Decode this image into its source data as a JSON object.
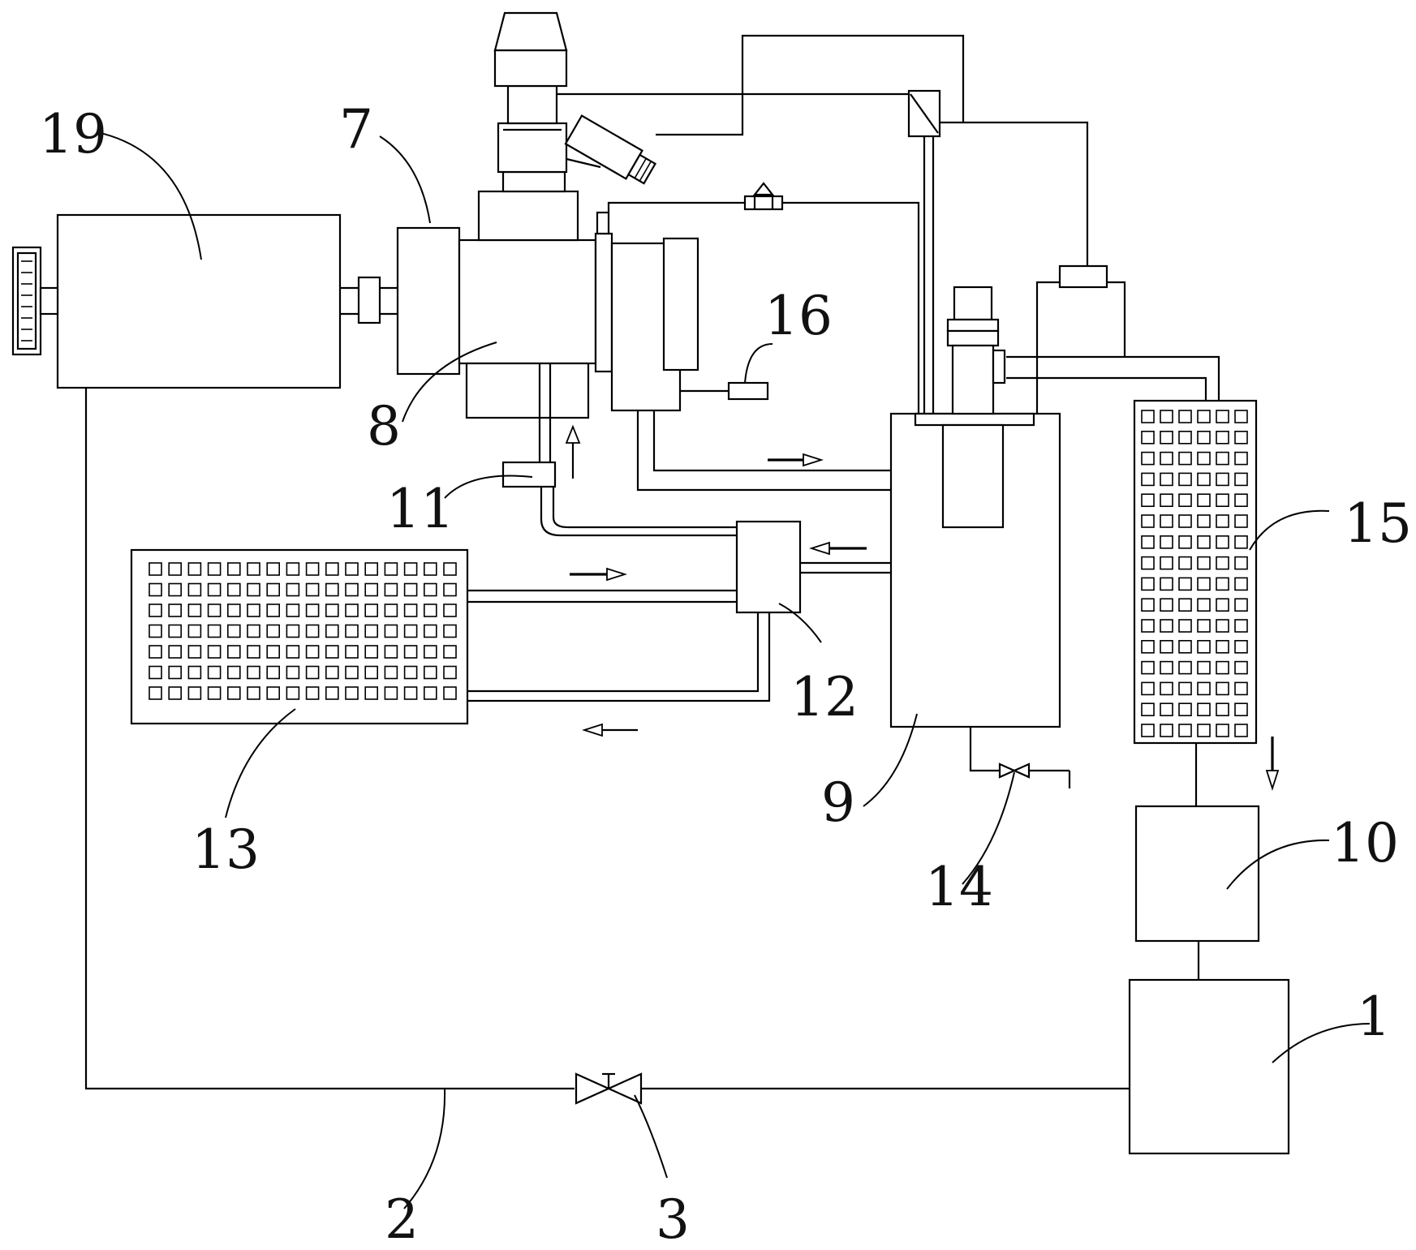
{
  "labels": {
    "n1": "1",
    "n2": "2",
    "n3": "3",
    "n7": "7",
    "n8": "8",
    "n9": "9",
    "n10": "10",
    "n11": "11",
    "n12": "12",
    "n13": "13",
    "n14": "14",
    "n15": "15",
    "n16": "16",
    "n19": "19"
  }
}
